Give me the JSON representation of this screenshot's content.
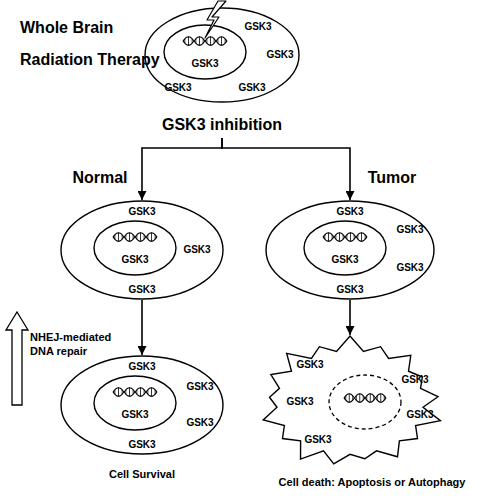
{
  "diagram": {
    "nodes": [
      {
        "text": [
          "GSK3",
          "GSK3",
          "GSK3",
          "GSK3"
        ]
      },
      {
        "text": [
          "GSK3"
        ],
        "in": 0
      },
      {
        "text": [
          "Normal",
          "GSK3",
          "GSK3",
          "GSK3"
        ]
      },
      {
        "text": [
          "GSK3"
        ],
        "in": 2
      },
      {
        "text": [
          "Tumor",
          "GSK3",
          "GSK3",
          "GSK3",
          "GSK3"
        ]
      },
      {
        "text": [
          "GSK3"
        ],
        "in": 4
      },
      {
        "text": [
          "GSK3",
          "GSK3",
          "GSK3",
          "GSK3",
          "Cell Survival"
        ]
      },
      {
        "text": [
          "GSK3"
        ],
        "in": 6
      },
      {
        "text": [
          "GSK3",
          "GSK3",
          "GSK3",
          "GSK3",
          "GSK3",
          "Cell death: Apoptosis or Autophagy"
        ]
      }
    ],
    "edges": [
      {
        "from": 0,
        "to": 2,
        "arrow": "to"
      },
      {
        "from": 0,
        "to": 4,
        "arrow": "to"
      },
      {
        "from": 2,
        "to": 6,
        "arrow": "to"
      },
      {
        "from": 4,
        "to": 8,
        "arrow": "to"
      }
    ],
    "labels": [
      "Whole Brain Radiation Therapy",
      "GSK3 inhibition",
      "NHEJ-mediated DNA repair"
    ]
  }
}
